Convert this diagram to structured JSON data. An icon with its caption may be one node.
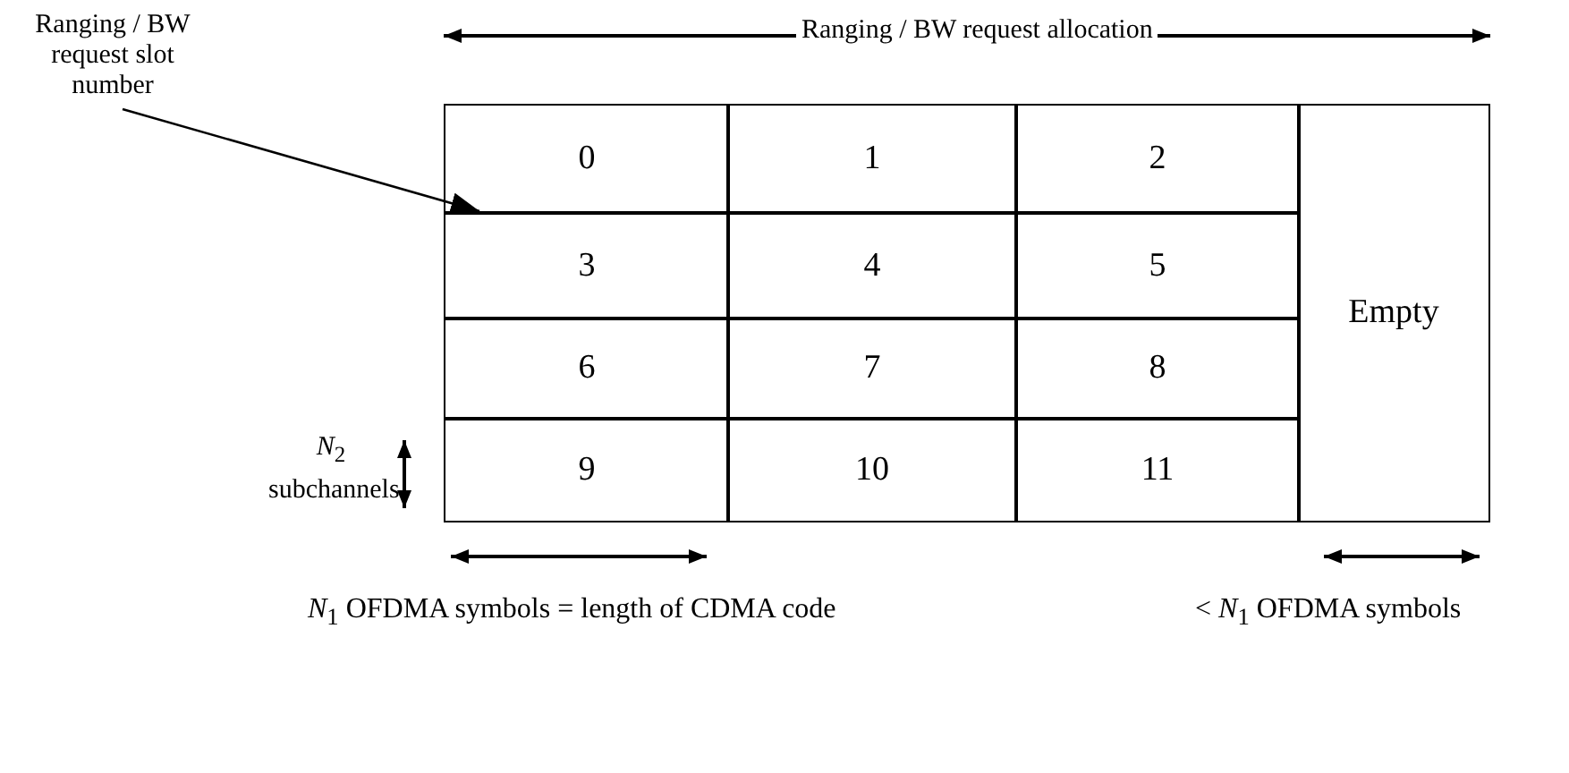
{
  "diagram": {
    "nodes": [
      {
        "text": [
          "Ranging / BW request slot number"
        ]
      },
      {
        "text": [
          "0"
        ]
      },
      {
        "text": [
          "1"
        ]
      },
      {
        "text": [
          "2"
        ]
      },
      {
        "text": [
          "3"
        ]
      },
      {
        "text": [
          "4"
        ]
      },
      {
        "text": [
          "5"
        ]
      },
      {
        "text": [
          "6"
        ]
      },
      {
        "text": [
          "7"
        ]
      },
      {
        "text": [
          "8"
        ]
      },
      {
        "text": [
          "9"
        ]
      },
      {
        "text": [
          "10"
        ]
      },
      {
        "text": [
          "11"
        ]
      },
      {
        "text": [
          "Empty"
        ]
      }
    ],
    "edges": [
      {
        "from": 0,
        "to": 4,
        "arrow": "to"
      }
    ],
    "labels": [
      "Ranging / BW request allocation",
      "*N*$_{2}$ subchannels",
      "*N*$_{1}$ OFDMA symbols = length of CDMA code",
      "< *N*$_{1}$ OFDMA symbols"
    ]
  }
}
